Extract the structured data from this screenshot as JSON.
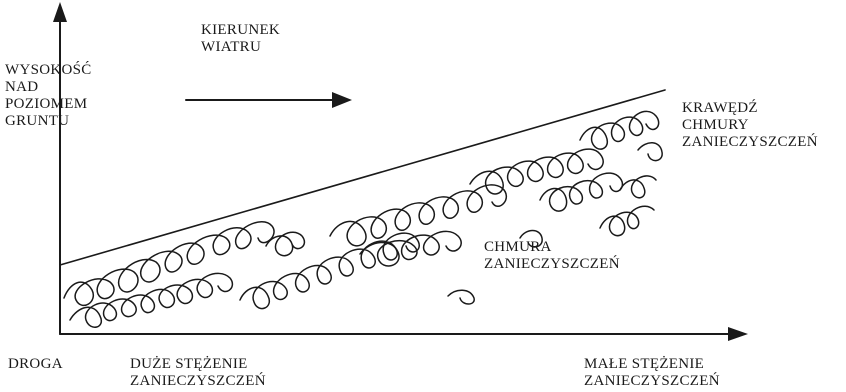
{
  "labels": {
    "y_axis": [
      "WYSOKOŚĆ",
      "NAD",
      "POZIOMEM",
      "GRUNTU"
    ],
    "wind": [
      "KIERUNEK",
      "WIATRU"
    ],
    "cloud_edge": [
      "KRAWĘDŹ",
      "CHMURY",
      "ZANIECZYSZCZEŃ"
    ],
    "cloud": [
      "CHMURA",
      "ZANIECZYSZCZEŃ"
    ],
    "road": "DROGA",
    "high_conc": [
      "DUŻE STĘŻENIE",
      "ZANIECZYSZCZEŃ"
    ],
    "low_conc": [
      "MAŁE STĘŻENIE",
      "ZANIECZYSZCZEŃ"
    ]
  }
}
